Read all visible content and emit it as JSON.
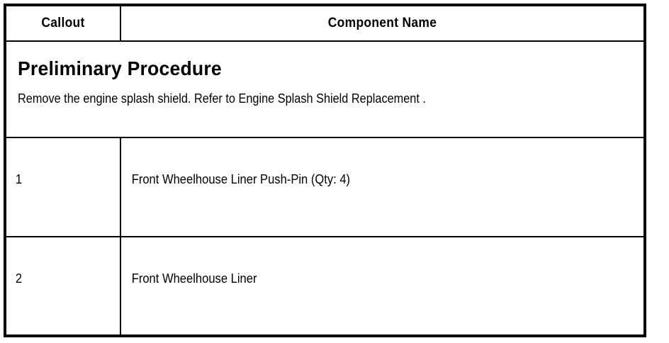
{
  "table": {
    "columns": [
      {
        "key": "callout",
        "label": "Callout"
      },
      {
        "key": "component",
        "label": "Component Name"
      }
    ],
    "procedure": {
      "title": "Preliminary Procedure",
      "text": "Remove the engine splash shield. Refer to Engine Splash Shield Replacement ."
    },
    "rows": [
      {
        "callout": "1",
        "component": "Front Wheelhouse Liner Push-Pin (Qty: 4)"
      },
      {
        "callout": "2",
        "component": "Front Wheelhouse Liner"
      }
    ]
  },
  "colors": {
    "ink": "#000000",
    "paper": "#ffffff"
  }
}
